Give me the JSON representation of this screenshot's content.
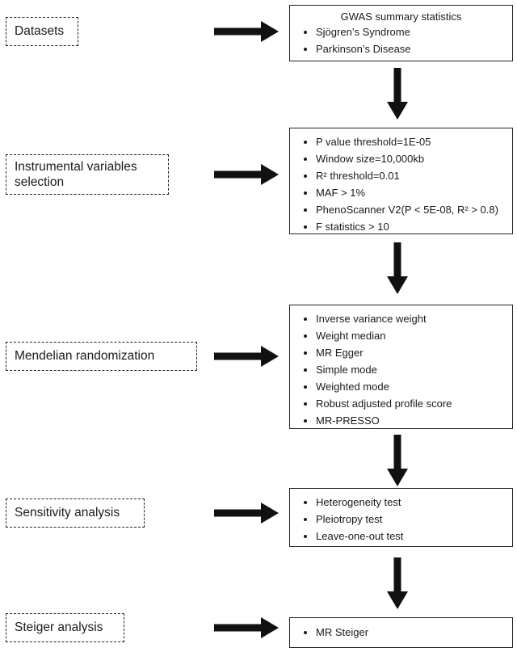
{
  "stages": [
    {
      "label": "Datasets"
    },
    {
      "label": "Instrumental variables selection"
    },
    {
      "label": "Mendelian randomization"
    },
    {
      "label": "Sensitivity analysis"
    },
    {
      "label": "Steiger analysis"
    }
  ],
  "boxes": [
    {
      "title": "GWAS summary statistics",
      "items": [
        "Sjögren’s Syndrome",
        "Parkinson’s Disease"
      ]
    },
    {
      "items": [
        "P value threshold=1E-05",
        "Window size=10,000kb",
        "R² threshold=0.01",
        "MAF > 1%",
        "PhenoScanner V2(P < 5E-08, R² > 0.8)",
        "F statistics > 10"
      ]
    },
    {
      "items": [
        "Inverse variance weight",
        "Weight median",
        "MR Egger",
        "Simple mode",
        "Weighted mode",
        "Robust adjusted profile score",
        "MR-PRESSO"
      ]
    },
    {
      "items": [
        "Heterogeneity test",
        "Pleiotropy test",
        "Leave-one-out test"
      ]
    },
    {
      "items": [
        "MR Steiger"
      ]
    }
  ],
  "colors": {
    "ink": "#111111",
    "background": "#ffffff"
  }
}
